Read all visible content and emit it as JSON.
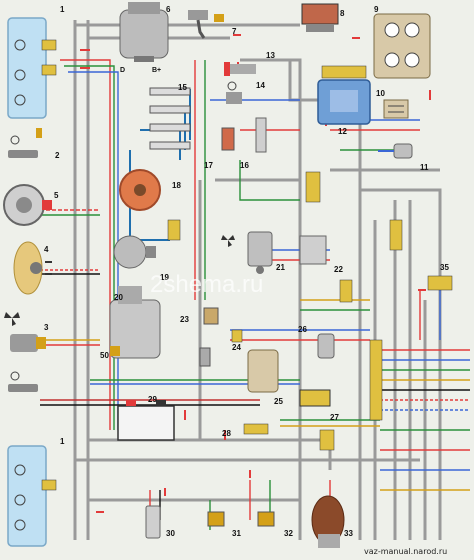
{
  "components": [
    {
      "key": "headlamp-left-top",
      "label": "1"
    },
    {
      "key": "side-marker-left",
      "label": "2"
    },
    {
      "key": "switch-bottom-left",
      "label": "3"
    },
    {
      "key": "cooling-fan",
      "label": "4"
    },
    {
      "key": "horn",
      "label": "5"
    },
    {
      "key": "generator",
      "label": "6"
    },
    {
      "key": "oil-sensor-top",
      "label": "7"
    },
    {
      "key": "connector-top",
      "label": "8"
    },
    {
      "key": "light-switch",
      "label": "9"
    },
    {
      "key": "fuse-relay",
      "label": "10"
    },
    {
      "key": "indicator-lamp",
      "label": "11"
    },
    {
      "key": "fuse-block",
      "label": "12"
    },
    {
      "key": "sensor-13",
      "label": "13"
    },
    {
      "key": "sensor-14",
      "label": "14"
    },
    {
      "key": "spark-plugs",
      "label": "15"
    },
    {
      "key": "sensor-16",
      "label": "16"
    },
    {
      "key": "sensor-17",
      "label": "17"
    },
    {
      "key": "distributor",
      "label": "18"
    },
    {
      "key": "ignition-coil",
      "label": "19"
    },
    {
      "key": "starter",
      "label": "20"
    },
    {
      "key": "solenoid-valve",
      "label": "21"
    },
    {
      "key": "relay-22",
      "label": "22"
    },
    {
      "key": "sensor-23",
      "label": "23"
    },
    {
      "key": "sensor-24",
      "label": "24"
    },
    {
      "key": "washer-pump",
      "label": "25"
    },
    {
      "key": "washer-pump-2",
      "label": "26"
    },
    {
      "key": "sensor-27",
      "label": "27"
    },
    {
      "key": "connector-28",
      "label": "28"
    },
    {
      "key": "battery",
      "label": "29"
    },
    {
      "key": "sensor-30",
      "label": "30"
    },
    {
      "key": "sensor-31",
      "label": "31"
    },
    {
      "key": "sensor-32",
      "label": "32"
    },
    {
      "key": "wiper-motor",
      "label": "33"
    },
    {
      "key": "connector-35",
      "label": "35"
    },
    {
      "key": "sensor-50",
      "label": "50"
    },
    {
      "key": "headlamp-left-bottom",
      "label": "1"
    }
  ],
  "terminal_labels": {
    "d": "D",
    "b_plus": "B+"
  },
  "watermark": "2shema.ru",
  "site_credit": "vaz-manual.narod.ru"
}
